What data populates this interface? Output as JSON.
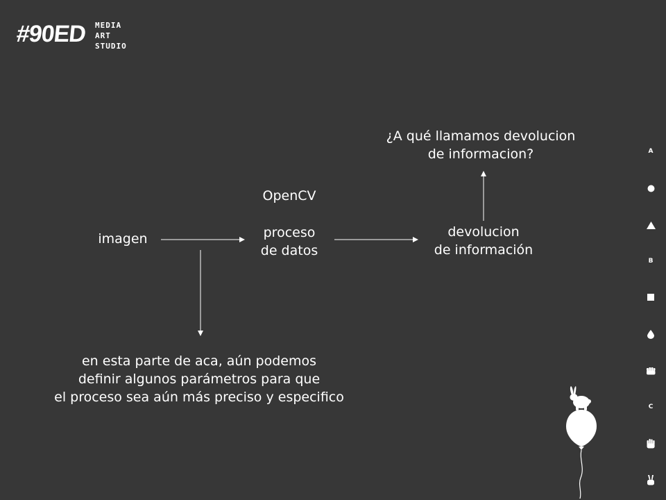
{
  "logo": {
    "mark": "#90ED",
    "lines": [
      "MEDIA",
      "ART",
      "STUDIO"
    ]
  },
  "diagram": {
    "input": "imagen",
    "engine": "OpenCV",
    "process": [
      "proceso",
      "de datos"
    ],
    "output": [
      "devolucion",
      "de información"
    ],
    "question": [
      "¿A qué llamamos devolucion",
      "de informacion?"
    ],
    "note": [
      "en esta parte de aca, aún podemos",
      "definir algunos parámetros para que",
      "el proceso sea aún más preciso y especifico"
    ]
  },
  "side_nav": {
    "items": [
      {
        "name": "nav-letter-a",
        "label": "A",
        "icon": "letter"
      },
      {
        "name": "nav-circle",
        "label": "",
        "icon": "circle-icon"
      },
      {
        "name": "nav-triangle",
        "label": "",
        "icon": "triangle-icon"
      },
      {
        "name": "nav-letter-b",
        "label": "B",
        "icon": "letter"
      },
      {
        "name": "nav-square",
        "label": "",
        "icon": "square-icon"
      },
      {
        "name": "nav-drop",
        "label": "",
        "icon": "drop-icon"
      },
      {
        "name": "nav-fist",
        "label": "",
        "icon": "fist-icon"
      },
      {
        "name": "nav-letter-c",
        "label": "C",
        "icon": "letter"
      },
      {
        "name": "nav-palm",
        "label": "",
        "icon": "palm-icon"
      },
      {
        "name": "nav-peace",
        "label": "",
        "icon": "peace-hand-icon"
      }
    ]
  },
  "colors": {
    "background": "#373737",
    "foreground": "#ffffff"
  }
}
